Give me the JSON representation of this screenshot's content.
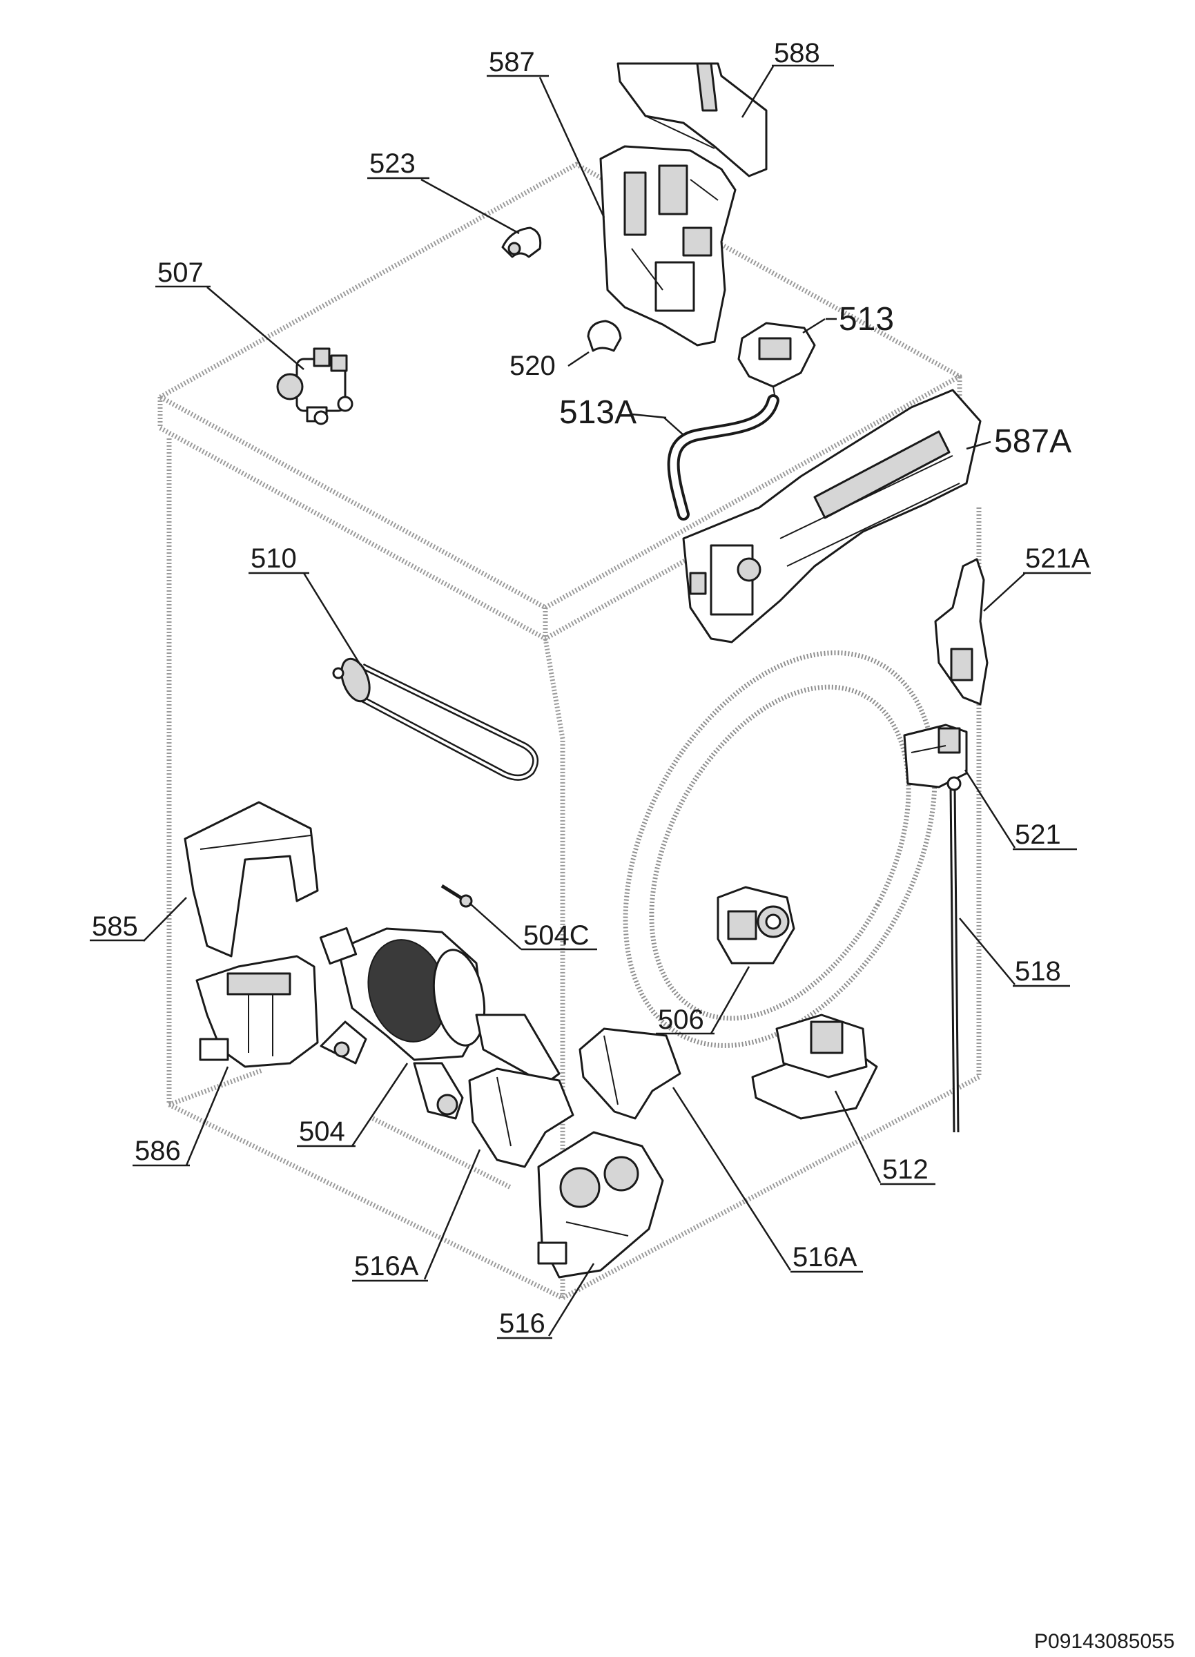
{
  "reference_code": "P09143085055",
  "labels": {
    "587": "587",
    "588": "588",
    "523": "523",
    "507": "507",
    "513": "513",
    "520": "520",
    "513A": "513A",
    "587A": "587A",
    "510": "510",
    "521A": "521A",
    "521": "521",
    "585": "585",
    "504C": "504C",
    "518": "518",
    "506": "506",
    "586": "586",
    "504": "504",
    "512": "512",
    "516A_left": "516A",
    "516A_right": "516A",
    "516": "516"
  }
}
